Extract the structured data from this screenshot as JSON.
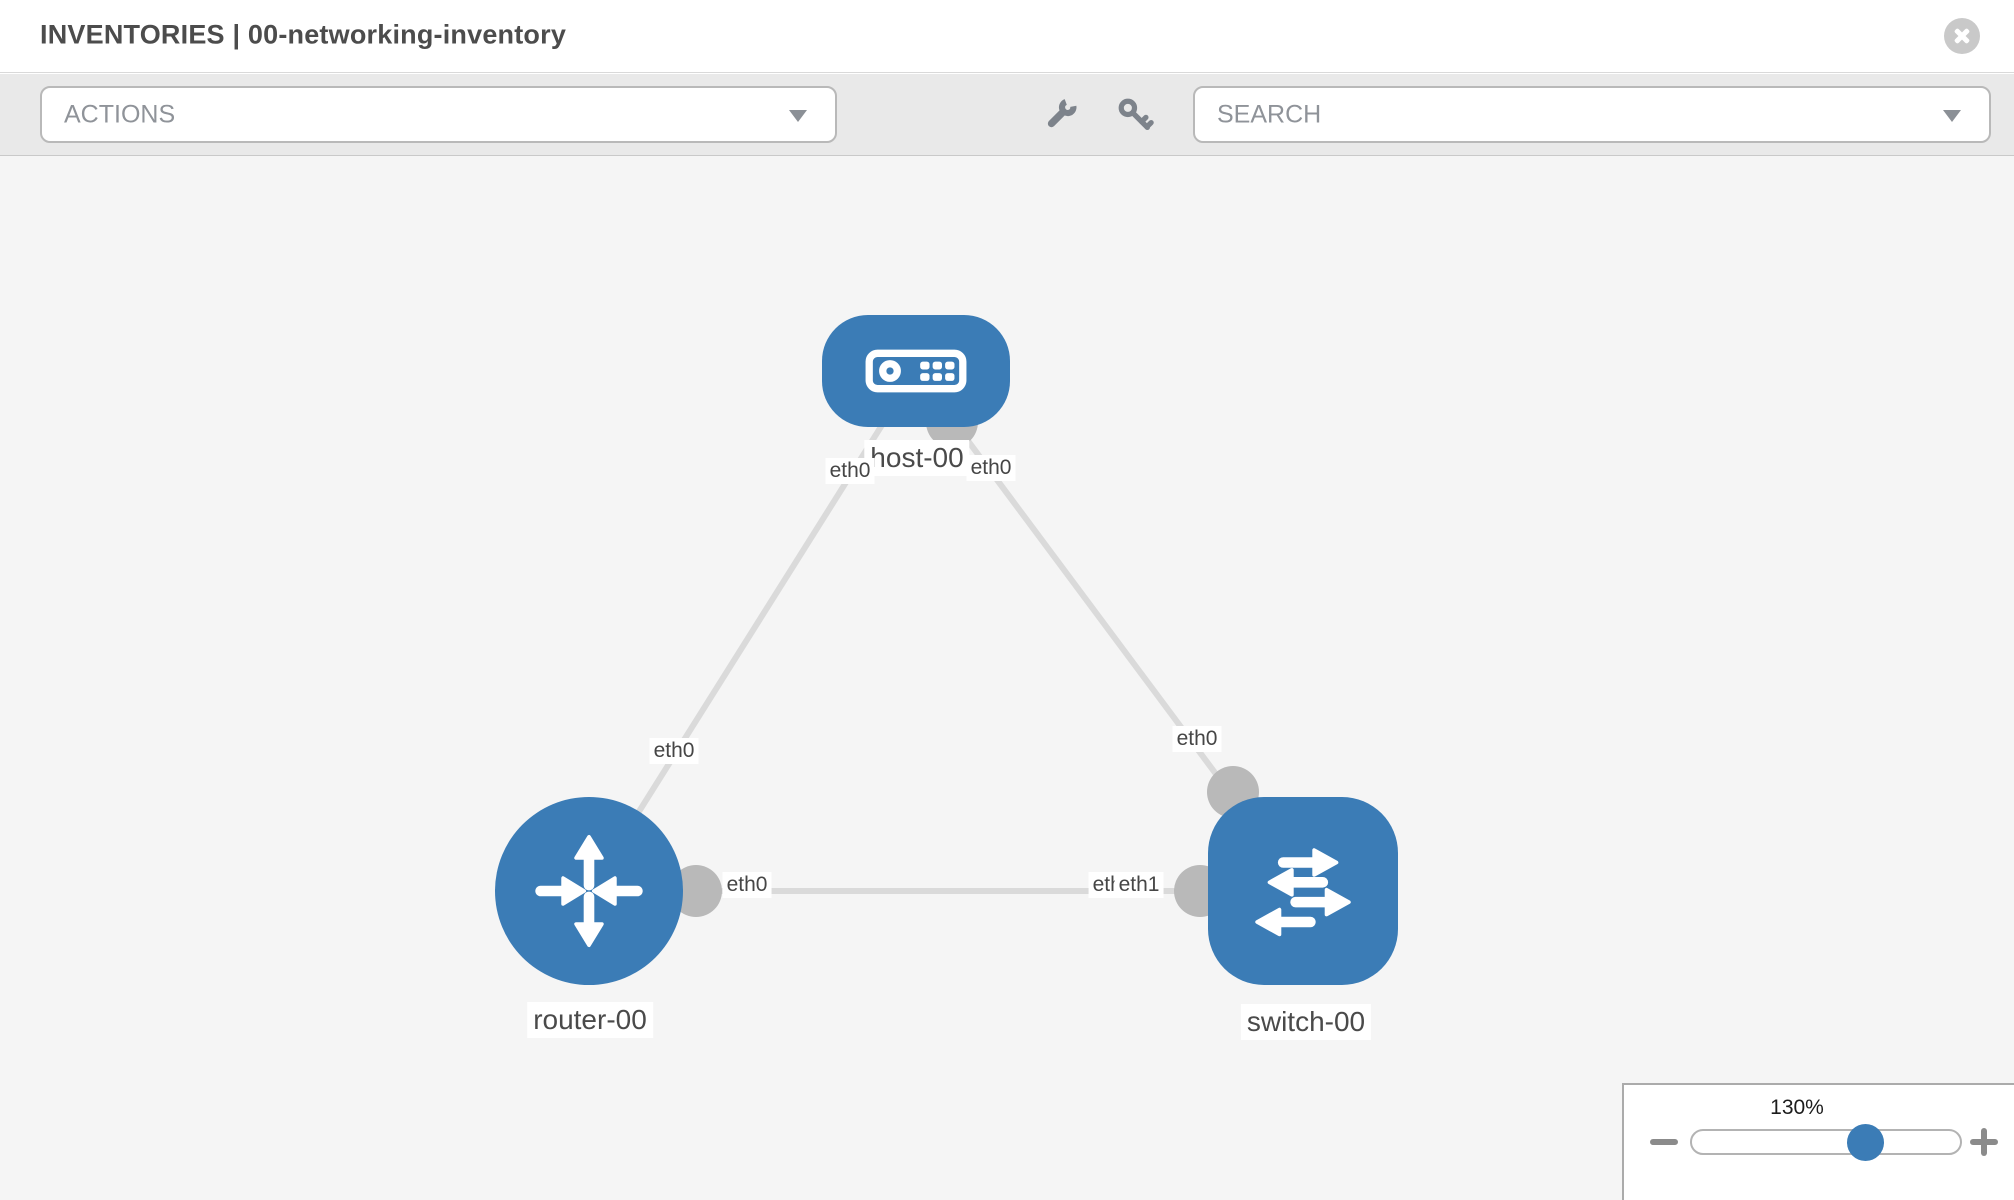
{
  "header": {
    "title": "INVENTORIES | 00-networking-inventory"
  },
  "toolbar": {
    "actions_label": "ACTIONS",
    "search_label": "SEARCH"
  },
  "icons": {
    "close": "close-icon",
    "wrench": "wrench-icon",
    "key": "key-icon",
    "dropdown_caret": "chevron-down-icon"
  },
  "topology": {
    "nodes": [
      {
        "id": "host-00",
        "type": "host",
        "label": "host-00"
      },
      {
        "id": "router-00",
        "type": "router",
        "label": "router-00"
      },
      {
        "id": "switch-00",
        "type": "switch",
        "label": "switch-00"
      }
    ],
    "ports": {
      "host_left": "eth0",
      "host_right": "eth0",
      "router_host_link": "eth0",
      "host_switch_link": "eth0",
      "router_port": "eth0",
      "switch_port_back": "eth0",
      "switch_port_front": "eth1"
    },
    "links": [
      {
        "from": "router-00",
        "to": "host-00"
      },
      {
        "from": "host-00",
        "to": "switch-00"
      },
      {
        "from": "router-00",
        "to": "switch-00"
      }
    ]
  },
  "zoom_control": {
    "level": "130%"
  },
  "colors": {
    "node_blue": "#3b7cb6",
    "canvas_bg": "#f5f5f5",
    "toolbar_bg": "#e9e9e9",
    "link_gray": "#dadada",
    "port_dot_gray": "#b9b9b9",
    "label_text": "#4a4a4a",
    "icon_gray": "#7d838b"
  }
}
